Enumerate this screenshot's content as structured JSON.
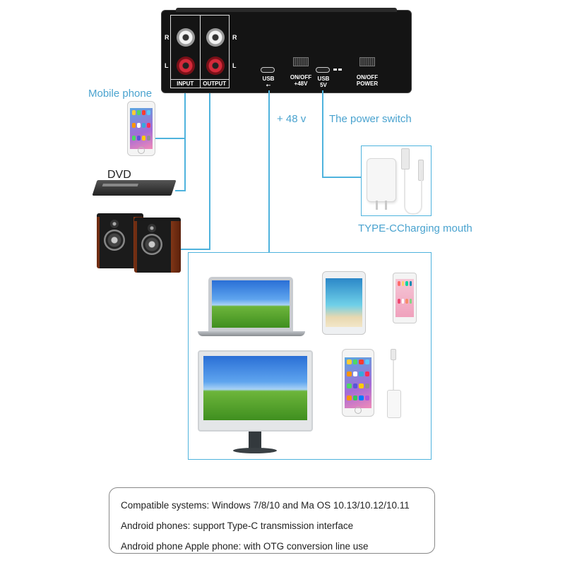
{
  "device": {
    "jack_letters": [
      "R",
      "L",
      "R",
      "L"
    ],
    "input_label": "INPUT",
    "output_label": "OUTPUT",
    "usb_label": "USB",
    "usb_symbol": "⭠",
    "phantom_switch_label_line1": "ON/OFF",
    "phantom_switch_label_line2": "+48V",
    "usb5v_label_line1": "USB",
    "usb5v_label_line2": "5V",
    "power_switch_label_line1": "ON/OFF",
    "power_switch_label_line2": "POWER"
  },
  "labels": {
    "mobile_phone": "Mobile phone",
    "dvd": "DVD",
    "plus48v": "+ 48 v",
    "power_switch": "The power switch",
    "typec_charging": "TYPE-CCharging mouth"
  },
  "info": {
    "line1": "Compatible systems: Windows 7/8/10 and Ma OS 10.13/10.12/10.11",
    "line2": "Android phones: support Type-C transmission interface",
    "line3": "Android phone Apple phone: with OTG conversion line use"
  },
  "colors": {
    "line": "#4fb3dd",
    "label": "#4aa3cf",
    "device_body": "#141414"
  }
}
